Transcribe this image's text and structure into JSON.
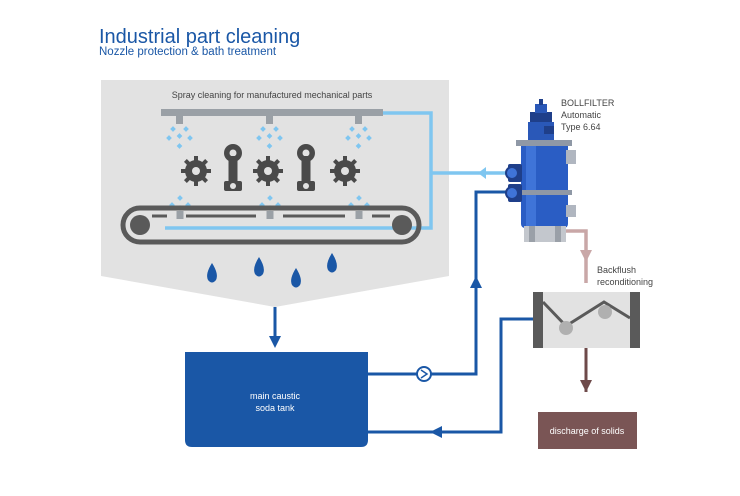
{
  "header": {
    "title": "Industrial part cleaning",
    "subtitle": "Nozzle protection & bath treatment"
  },
  "cleaning_area": {
    "label": "Spray cleaning for manufactured mechanical parts"
  },
  "filter": {
    "line1": "BOLLFILTER",
    "line2": "Automatic",
    "line3": "Type 6.64"
  },
  "backflush": {
    "line1": "Backflush",
    "line2": "reconditioning"
  },
  "tank": {
    "line1": "main caustic",
    "line2": "soda tank"
  },
  "discharge": {
    "label": "discharge of solids"
  },
  "colors": {
    "dark_blue": "#1a57a6",
    "light_blue": "#7fc6f0",
    "grey_area": "#e2e2e2",
    "conveyor": "#5a5a5a",
    "backflush_pipe": "#c9a7a7",
    "discharge_pipe": "#6e4a4a",
    "discharge_box": "#7a5555"
  }
}
